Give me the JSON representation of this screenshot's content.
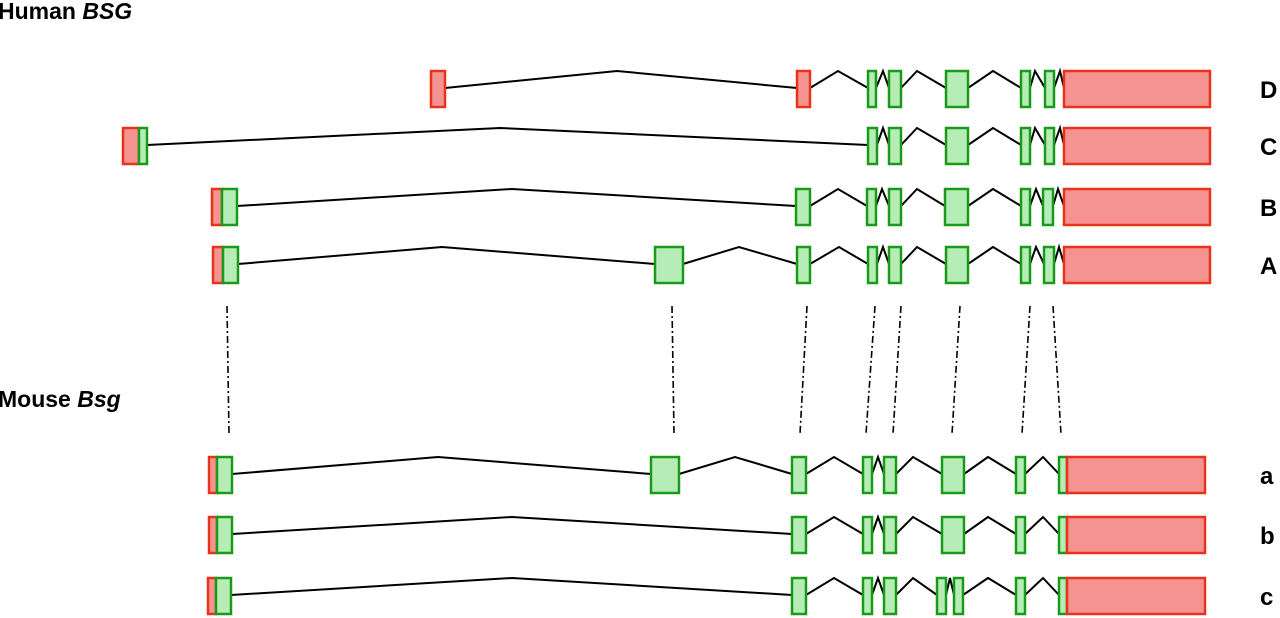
{
  "human": {
    "title_prefix": "Human",
    "gene": "BSG",
    "isoforms": [
      {
        "label": "D"
      },
      {
        "label": "C"
      },
      {
        "label": "B"
      },
      {
        "label": "A"
      }
    ]
  },
  "mouse": {
    "title_prefix": "Mouse",
    "gene": "Bsg",
    "isoforms": [
      {
        "label": "a"
      },
      {
        "label": "b"
      },
      {
        "label": "c"
      }
    ]
  },
  "legend_semantics": {
    "coding_exon_color": "#b6ecb6",
    "coding_exon_stroke": "#1a9a1a",
    "utr_color": "#f59390",
    "utr_stroke": "#e8321c",
    "intron_color": "#000000",
    "ortholog_connector_color": "#000000"
  }
}
